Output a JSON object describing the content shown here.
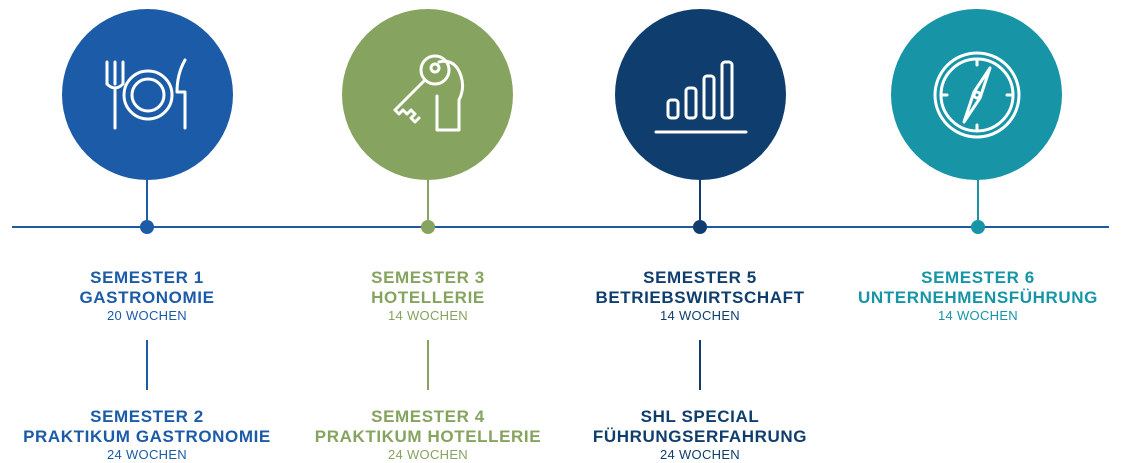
{
  "colors": {
    "blue": "#1c5ba8",
    "green": "#86a35f",
    "navy": "#0f3e6e",
    "teal": "#1795a6",
    "line": "#1f5aa0"
  },
  "columns": [
    {
      "icon": "cutlery-plate-icon",
      "top": {
        "line1": "SEMESTER 1",
        "line2": "GASTRONOMIE",
        "weeks": "20 WOCHEN"
      },
      "bottom": {
        "line1": "SEMESTER 2",
        "line2": "PRAKTIKUM GASTRONOMIE",
        "weeks": "24 WOCHEN"
      }
    },
    {
      "icon": "key-tag-icon",
      "top": {
        "line1": "SEMESTER 3",
        "line2": "HOTELLERIE",
        "weeks": "14 WOCHEN"
      },
      "bottom": {
        "line1": "SEMESTER 4",
        "line2": "PRAKTIKUM HOTELLERIE",
        "weeks": "24 WOCHEN"
      }
    },
    {
      "icon": "bar-chart-icon",
      "top": {
        "line1": "SEMESTER 5",
        "line2": "BETRIEBSWIRTSCHAFT",
        "weeks": "14 WOCHEN"
      },
      "bottom": {
        "line1": "SHL SPECIAL",
        "line2": "FÜHRUNGSERFAHRUNG",
        "weeks": "24 WOCHEN"
      }
    },
    {
      "icon": "compass-icon",
      "top": {
        "line1": "SEMESTER 6",
        "line2": "UNTERNEHMENSFÜHRUNG",
        "weeks": "14 WOCHEN"
      }
    }
  ]
}
